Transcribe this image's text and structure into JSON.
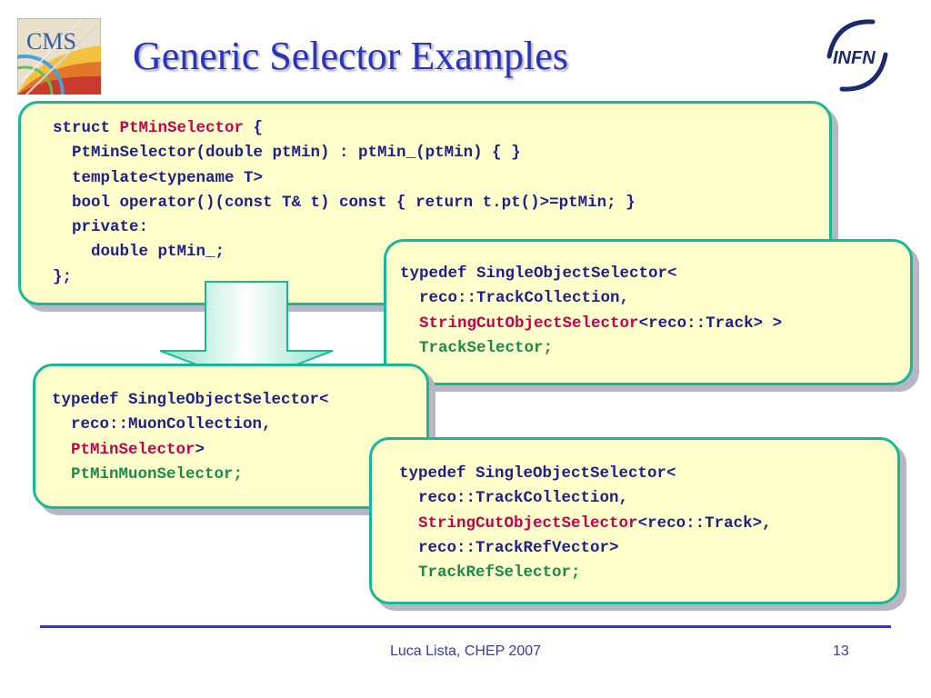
{
  "slide": {
    "title": "Generic Selector Examples",
    "cms_logo_text": "CMS",
    "infn_logo_text": "INFN",
    "footer": "Luca Lista, CHEP 2007",
    "page_number": "13"
  },
  "box1": {
    "l1_kw": "struct ",
    "l1_cls": "PtMinSelector",
    "l1_rest": " {",
    "l2": "  PtMinSelector(double ptMin) : ptMin_(ptMin) { }",
    "l3": "  template<typename T>",
    "l4": "  bool operator()(const T& t) const { return t.pt()>=ptMin; }",
    "l5": "  private:",
    "l6": "    double ptMin_;",
    "l7": "};"
  },
  "box2": {
    "l1": "typedef SingleObjectSelector<",
    "l2": "  reco::TrackCollection,",
    "l3_cls": "StringCutObjectSelector",
    "l3_rest": "<reco::Track> >",
    "l4": "TrackSelector;"
  },
  "box3": {
    "l1": "typedef SingleObjectSelector<",
    "l2": "  reco::MuonCollection,",
    "l3_cls": "PtMinSelector",
    "l3_rest": ">",
    "l4": "PtMinMuonSelector;"
  },
  "box4": {
    "l1": "typedef SingleObjectSelector<",
    "l2": "  reco::TrackCollection,",
    "l3_cls": "StringCutObjectSelector",
    "l3_rest": "<reco::Track>,",
    "l4": "  reco::TrackRefVector>",
    "l5": "TrackRefSelector;"
  }
}
